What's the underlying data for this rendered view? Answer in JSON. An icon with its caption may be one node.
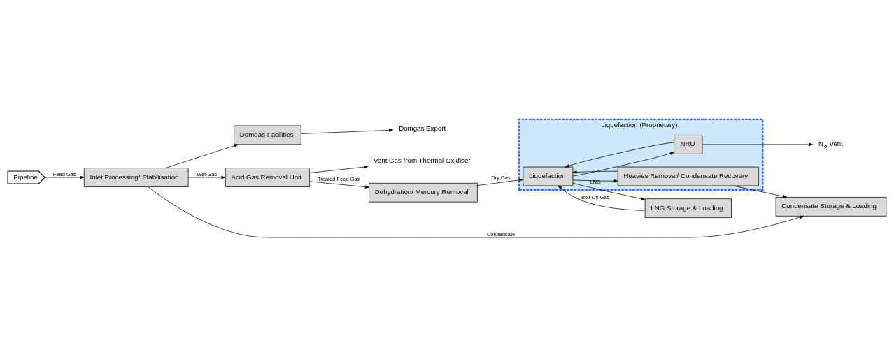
{
  "diagram": {
    "nodes": [
      {
        "text": [
          "Pipeline"
        ]
      },
      {
        "text": [
          "Inlet Processing/ Stabilisation"
        ]
      },
      {
        "text": [
          "Domgas Facilities"
        ]
      },
      {
        "text": [
          "Domgas Export"
        ]
      },
      {
        "text": [
          "Acid Gas Removal Unit"
        ]
      },
      {
        "text": [
          "Vent Gas from Thermal Oxidiser"
        ]
      },
      {
        "text": [
          "Dehydration/ Mercury Removal"
        ]
      },
      {
        "text": [
          "Liquefaction (Proprietary)"
        ]
      },
      {
        "text": [
          "Liquefaction"
        ],
        "in": 7
      },
      {
        "text": [
          "NRU"
        ],
        "in": 7
      },
      {
        "text": [
          "Heavies Removal/ Condensate Recovery"
        ],
        "in": 7
      },
      {
        "text": [
          "LNG Storage & Loading"
        ]
      },
      {
        "text": [
          "N$_{2}$ Vent"
        ]
      },
      {
        "text": [
          "Condensate Storage & Loading"
        ]
      }
    ],
    "edges": [
      {
        "from": 0,
        "to": 1,
        "arrow": "to",
        "label": "Feed Gas"
      },
      {
        "from": 1,
        "to": 2,
        "arrow": "to"
      },
      {
        "from": 2,
        "to": 3,
        "arrow": "to"
      },
      {
        "from": 1,
        "to": 4,
        "arrow": "to",
        "label": "Wet Gas"
      },
      {
        "from": 4,
        "to": 5,
        "arrow": "to"
      },
      {
        "from": 4,
        "to": 6,
        "arrow": "to",
        "label": "Treated Feed Gas"
      },
      {
        "from": 6,
        "to": 8,
        "arrow": "to",
        "label": "Dry Gas"
      },
      {
        "from": 8,
        "to": 11,
        "arrow": "to",
        "label": "LNG"
      },
      {
        "from": 11,
        "to": 8,
        "arrow": "to",
        "label": "Boil Off Gas"
      },
      {
        "from": 8,
        "to": 9,
        "arrow": "to"
      },
      {
        "from": 9,
        "to": 8,
        "arrow": "to"
      },
      {
        "from": 9,
        "to": 12,
        "arrow": "to"
      },
      {
        "from": 8,
        "to": 10,
        "arrow": "to"
      },
      {
        "from": 10,
        "to": 8,
        "arrow": "to"
      },
      {
        "from": 1,
        "to": 13,
        "arrow": "to",
        "label": "Condensate"
      },
      {
        "from": 10,
        "to": 13,
        "arrow": "to"
      }
    ]
  }
}
